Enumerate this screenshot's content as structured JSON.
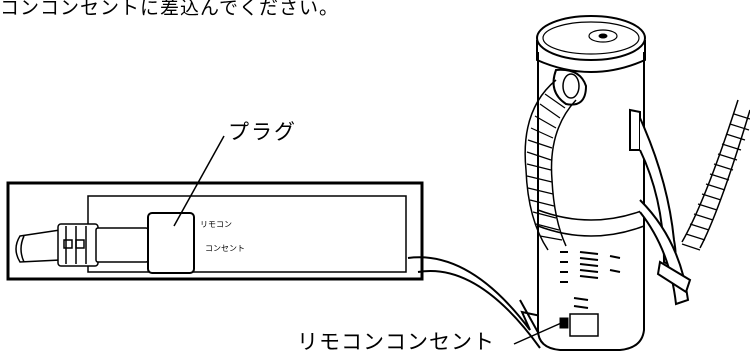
{
  "instruction_text": "コンコンセントに差込んでください。",
  "labels": {
    "plug": "プラグ",
    "remote_outlet": "リモコンコンセント",
    "panel_outlet_line1": "リモコン",
    "panel_outlet_line2": "コンセント"
  }
}
